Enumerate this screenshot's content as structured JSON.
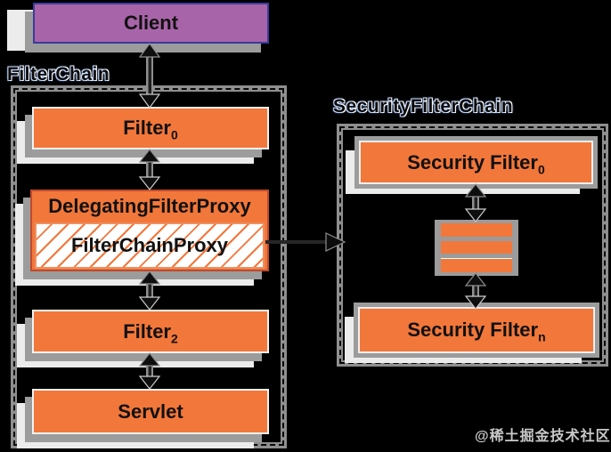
{
  "client": {
    "label": "Client"
  },
  "left_chain": {
    "label": "FilterChain",
    "filter0": {
      "label": "Filter",
      "sub": "0"
    },
    "delegating_proxy": {
      "label": "DelegatingFilterProxy"
    },
    "filter_chain_proxy": {
      "label": "FilterChainProxy"
    },
    "filter2": {
      "label": "Filter",
      "sub": "2"
    },
    "servlet": {
      "label": "Servlet"
    }
  },
  "right_chain": {
    "label": "SecurityFilterChain",
    "security_filter0": {
      "label": "Security Filter",
      "sub": "0"
    },
    "security_filtern": {
      "label": "Security Filter",
      "sub": "n"
    }
  },
  "watermark": "@稀土掘金技术社区",
  "colors": {
    "background": "#000000",
    "box_orange": "#f2773a",
    "client_purple": "#a864a8",
    "client_border": "#3b3b9c",
    "dfp_border": "#bf4a2e",
    "shadow_gray": "#9c9c9c",
    "shadow_white": "#ececec"
  }
}
